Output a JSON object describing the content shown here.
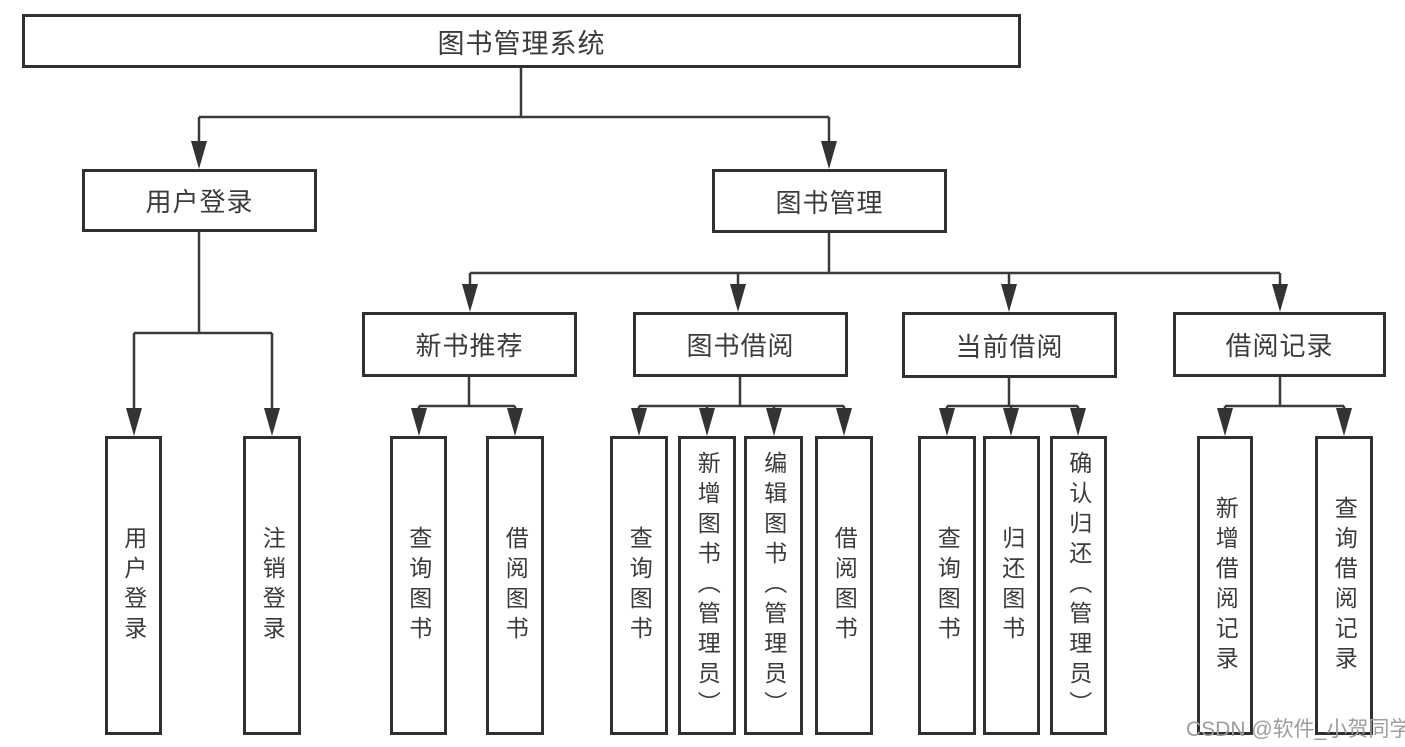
{
  "diagram": {
    "tree": {
      "label": "图书管理系统",
      "children": [
        {
          "label": "用户登录",
          "children": [
            {
              "label": "用户登录"
            },
            {
              "label": "注销登录"
            }
          ]
        },
        {
          "label": "图书管理",
          "children": [
            {
              "label": "新书推荐",
              "children": [
                {
                  "label": "查询图书"
                },
                {
                  "label": "借阅图书"
                }
              ]
            },
            {
              "label": "图书借阅",
              "children": [
                {
                  "label": "查询图书"
                },
                {
                  "label": "新增图书（管理员）"
                },
                {
                  "label": "编辑图书（管理员）"
                },
                {
                  "label": "借阅图书"
                }
              ]
            },
            {
              "label": "当前借阅",
              "children": [
                {
                  "label": "查询图书"
                },
                {
                  "label": "归还图书"
                },
                {
                  "label": "确认归还（管理员）"
                }
              ]
            },
            {
              "label": "借阅记录",
              "children": [
                {
                  "label": "新增借阅记录"
                },
                {
                  "label": "查询借阅记录"
                }
              ]
            }
          ]
        }
      ]
    }
  },
  "watermark": {
    "text": "CSDN @软件_小贺同学"
  },
  "colors": {
    "background": "#ffffff",
    "line": "#3a3a3a",
    "box_border": "#303030",
    "text": "#3b3b3b",
    "watermark": "#9d9d9d"
  }
}
